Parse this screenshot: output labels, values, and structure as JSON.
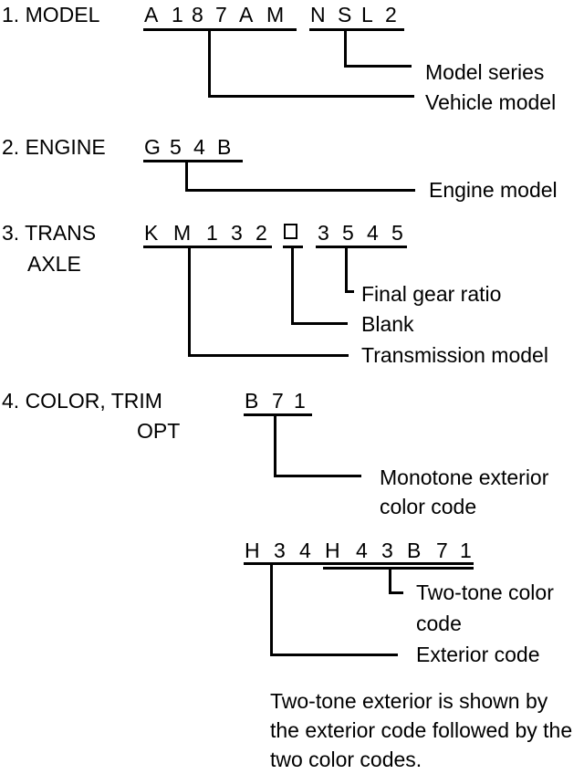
{
  "sections": {
    "model": {
      "label": "1. MODEL",
      "code_part1": [
        "A",
        "1",
        "8",
        "7",
        "A",
        "M"
      ],
      "code_part2": [
        "N",
        "S",
        "L",
        "2"
      ],
      "callout_series": "Model series",
      "callout_vehicle": "Vehicle model"
    },
    "engine": {
      "label": "2. ENGINE",
      "code": [
        "G",
        "5",
        "4",
        "B"
      ],
      "callout_engine": "Engine model"
    },
    "transaxle": {
      "label_line1": "3. TRANS",
      "label_line2": "AXLE",
      "code_part1": [
        "K",
        "M",
        "1",
        "3",
        "2"
      ],
      "code_part2": [
        "3",
        "5",
        "4",
        "5"
      ],
      "callout_ratio": "Final gear ratio",
      "callout_blank": "Blank",
      "callout_transmission": "Transmission model"
    },
    "color": {
      "label_line1": "4. COLOR, TRIM",
      "label_line2": "OPT",
      "mono_code": [
        "B",
        "7",
        "1"
      ],
      "callout_mono_line1": "Monotone exterior",
      "callout_mono_line2": "color code",
      "twotone_code_part1": [
        "H",
        "3",
        "4"
      ],
      "twotone_code_part2": [
        "H",
        "4",
        "3",
        "B",
        "7",
        "1"
      ],
      "callout_twotone_line1": "Two-tone color",
      "callout_twotone_line2": "code",
      "callout_exterior": "Exterior code",
      "note": "Two-tone exterior is shown by the exterior code followed by the two color codes."
    }
  }
}
